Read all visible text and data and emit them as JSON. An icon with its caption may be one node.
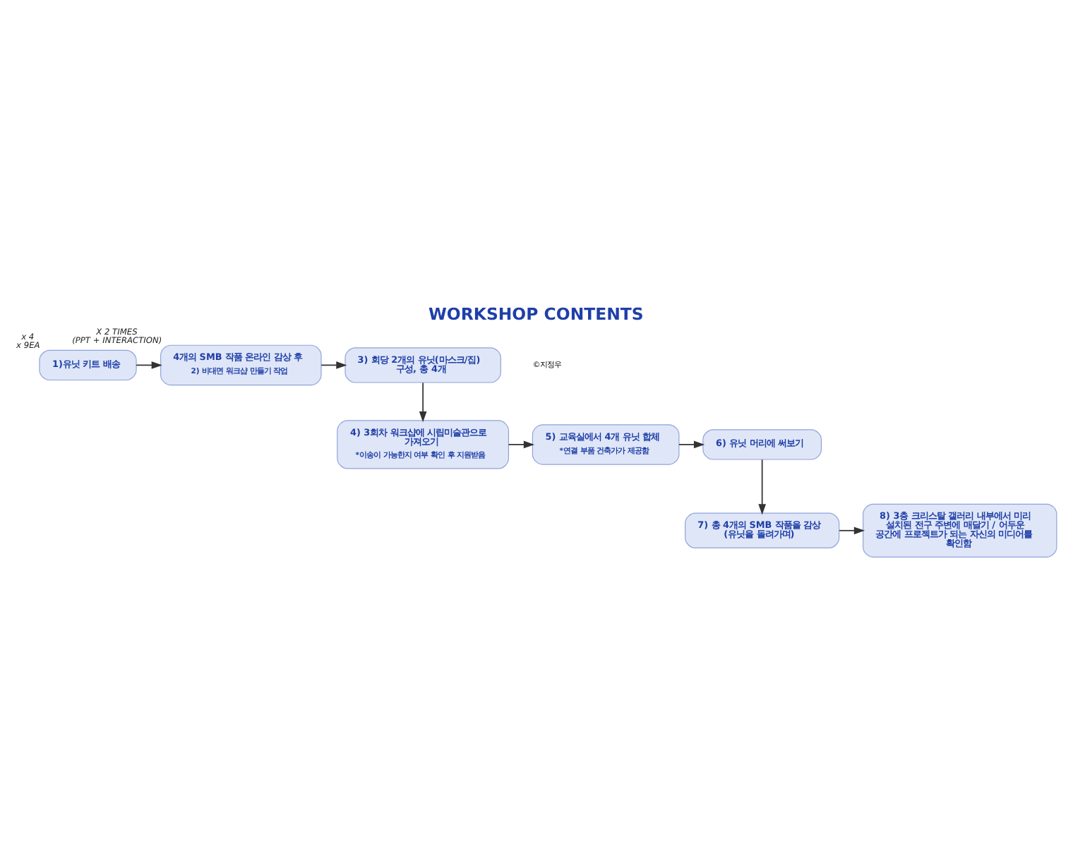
{
  "diagram": {
    "title": "WORKSHOP CONTENTS",
    "nodes": [
      {
        "text": [
          "1)유닛 키트 배송"
        ],
        "beside": [
          "x 4",
          "x 9EA"
        ]
      },
      {
        "text": [
          "4개의 SMB 작품 온라인 감상 후",
          "2) 비대면 워크샵 만들기 작업"
        ],
        "beside": [
          "X 2 TIMES",
          "(PPT + INTERACTION)"
        ]
      },
      {
        "text": [
          "3) 회당 2개의 유닛(마스크/집) 구성, 총 4개"
        ]
      },
      {
        "text": [
          "4) 3회차 워크샵에 시립미술관으로 가져오기",
          "*이송이 가능한지 여부 확인 후 지원받음"
        ]
      },
      {
        "text": [
          "5) 교육실에서 4개 유닛 합체",
          "*연결 부품 건축가가 제공함"
        ]
      },
      {
        "text": [
          "6) 유닛 머리에 써보기"
        ]
      },
      {
        "text": [
          "7) 총 4개의 SMB 작품을 감상 (유닛을 돌려가며)"
        ]
      },
      {
        "text": [
          "8) 3층 크리스탈 갤러리 내부에서 미리 설치된 전구 주변에 매달기 / 어두운 공간에 프로젝트가 되는 자신의 미디어를 확인함"
        ]
      }
    ],
    "edges": [
      {
        "from": 0,
        "to": 1,
        "arrow": "to"
      },
      {
        "from": 1,
        "to": 2,
        "arrow": "to"
      },
      {
        "from": 2,
        "to": 3,
        "arrow": "to"
      },
      {
        "from": 3,
        "to": 4,
        "arrow": "to"
      },
      {
        "from": 4,
        "to": 5,
        "arrow": "to"
      },
      {
        "from": 5,
        "to": 6,
        "arrow": "to"
      },
      {
        "from": 6,
        "to": 7,
        "arrow": "to"
      }
    ],
    "labels": [
      "©지정우"
    ]
  }
}
